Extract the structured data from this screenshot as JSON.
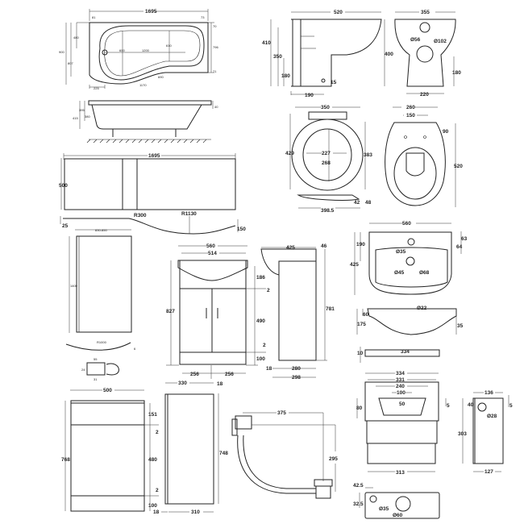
{
  "bath": {
    "length": "1695",
    "w_top": "81",
    "w_top_r": "73",
    "width": "796",
    "r_top": "70",
    "r_bot": "71",
    "h_left": "900",
    "h_inner": "807",
    "h_480": "480",
    "inner_len": "1200",
    "inner_w": "600",
    "inner_r": "610",
    "d_225": "225",
    "c1": "1170",
    "c2": "690",
    "height": "415",
    "depth1": "395",
    "depth2": "380",
    "rim": "40"
  },
  "bath_panel": {
    "length": "1695",
    "height": "500",
    "r1": "R300",
    "r2": "R1130",
    "offset": "25",
    "depth": "150"
  },
  "screen": {
    "width": "830-850",
    "height": "1400",
    "radius": "R1000",
    "thickness": "6",
    "bracket_w": "55",
    "bracket_h": "24",
    "bracket_d": "31"
  },
  "vanity_front": {
    "width": "560",
    "basin_width": "514",
    "height": "827",
    "top_h": "186",
    "gap1": "2",
    "door_h": "490",
    "gap2": "2",
    "plinth": "100",
    "door_w1": "256",
    "door_w2": "256"
  },
  "vanity_side": {
    "depth": "425",
    "top": "46",
    "height": "781",
    "panel": "18",
    "depth_inner": "280",
    "depth_total": "298"
  },
  "toilet_side": {
    "length": "520",
    "h_total": "410",
    "h_inlet": "350",
    "h_outlet": "180",
    "outlet_x": "190",
    "fix": "15",
    "height": "400"
  },
  "toilet_front": {
    "width": "355",
    "inlet": "Ø56",
    "outlet": "Ø102",
    "h_outlet": "180",
    "base": "220"
  },
  "seat_top": {
    "width": "350",
    "length": "429",
    "inner_w": "227",
    "inner_l": "268",
    "len2": "383",
    "t1": "42",
    "t2": "48",
    "overall": "398.5"
  },
  "pan_top": {
    "width": "260",
    "fix_centres": "150",
    "fix_offset": "90",
    "length": "520"
  },
  "basin_top": {
    "width": "560",
    "tap_offset": "190",
    "depth": "425",
    "rim": "63",
    "back": "64",
    "tap_hole": "Ø35",
    "waste": "Ø45",
    "bowl": "Ø68"
  },
  "basin_side": {
    "rim": "60",
    "height": "175",
    "overflow": "Ø22",
    "back": "35"
  },
  "worktop": {
    "thickness": "10",
    "length": "334"
  },
  "cistern_front": {
    "w_top": "334",
    "w_lid": "331",
    "w_240": "240",
    "w_100": "100",
    "h_50": "50",
    "h_80": "80",
    "gap": "5",
    "base": "313"
  },
  "cistern_side": {
    "depth": "136",
    "h_40": "40",
    "gap": "5",
    "hole": "Ø28",
    "height": "303",
    "base": "127"
  },
  "cistern_top": {
    "x_off": "42.5",
    "y_off": "32.5",
    "hole_small": "Ø35",
    "hole_large": "Ø60"
  },
  "wc_unit_front": {
    "width": "500",
    "height": "768",
    "top": "151",
    "gap1": "2",
    "door": "480",
    "gap2": "2",
    "plinth": "100"
  },
  "wc_unit_side": {
    "depth": "330",
    "panel_top": "18",
    "height": "748",
    "panel": "18",
    "inner": "310"
  },
  "waste": {
    "length": "375",
    "height": "295"
  }
}
